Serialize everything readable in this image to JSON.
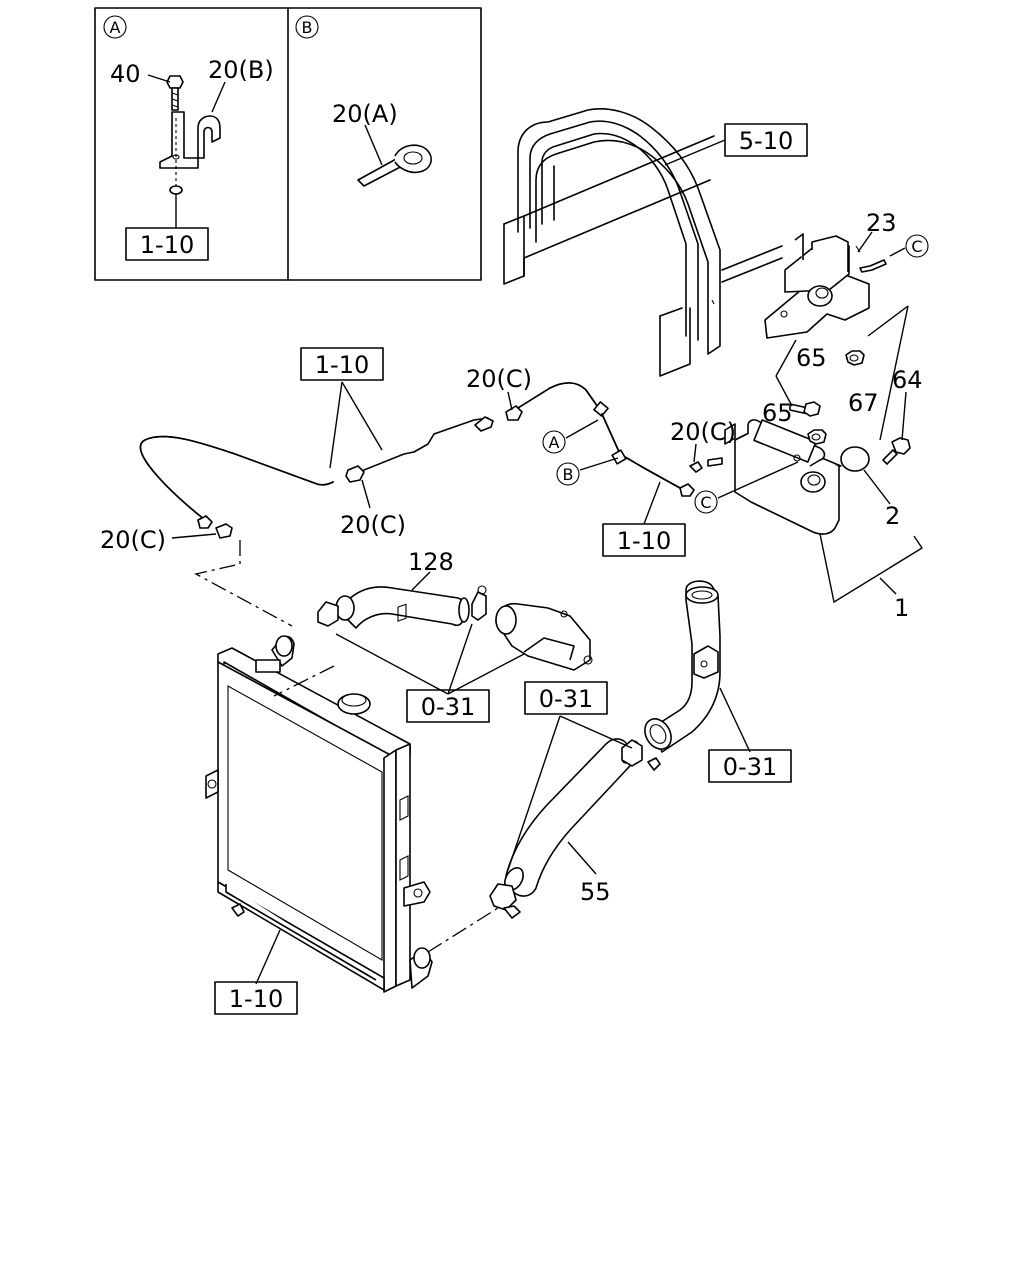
{
  "inset": {
    "panel_a": {
      "tag": "A",
      "labels": {
        "bolt": "40",
        "clip": "20(B)"
      },
      "ref": "1-10"
    },
    "panel_b": {
      "tag": "B",
      "labels": {
        "clip": "20(A)"
      }
    }
  },
  "refs": {
    "frame": "5-10",
    "upper_hose": "1-10",
    "right_hose": "1-10",
    "radiator": "1-10",
    "thermostat": "0-31",
    "lower_hose": "0-31",
    "outlet_pipe": "0-31"
  },
  "part_numbers": {
    "bracket": "23",
    "nut_upper": "65",
    "bolt_bracket": "67",
    "bolt_tank": "64",
    "nut_tank": "65",
    "cap": "2",
    "tank": "1",
    "upper_hose": "128",
    "lower_hose": "55"
  },
  "clips": {
    "clip_top": "20(C)",
    "clip_mid": "20(C)",
    "clip_right": "20(C)",
    "clip_left": "20(C)"
  },
  "callouts": {
    "a": "A",
    "b": "B",
    "c_bracket": "C",
    "c_tank": "C"
  }
}
